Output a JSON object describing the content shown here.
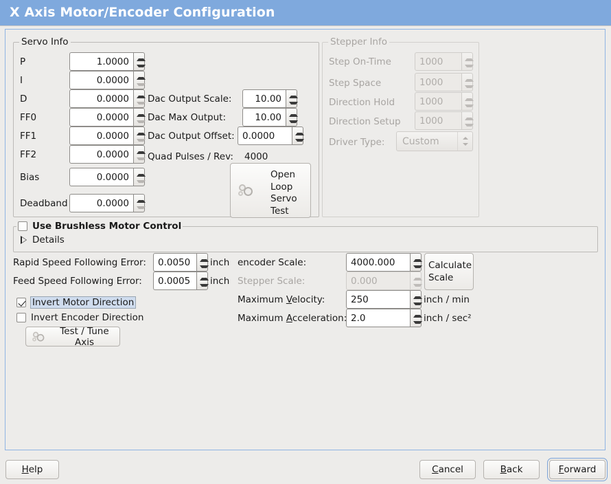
{
  "window": {
    "title": "X Axis Motor/Encoder Configuration",
    "title_bar_color": "#7fa9dd",
    "background_color": "#edecea",
    "focus_frame_color": "#8fb4e3"
  },
  "servo_info": {
    "legend": "Servo Info",
    "fields": [
      {
        "label": "P",
        "value": "1.0000"
      },
      {
        "label": "I",
        "value": "0.0000"
      },
      {
        "label": "D",
        "value": "0.0000"
      },
      {
        "label": "FF0",
        "value": "0.0000"
      },
      {
        "label": "FF1",
        "value": "0.0000"
      },
      {
        "label": "FF2",
        "value": "0.0000"
      },
      {
        "label": "Bias",
        "value": "0.0000"
      },
      {
        "label": "Deadband",
        "value": "0.0000"
      }
    ],
    "dac": [
      {
        "label": "Dac Output Scale:",
        "value": "10.00"
      },
      {
        "label": "Dac Max Output:",
        "value": "10.00"
      },
      {
        "label": "Dac Output Offset:",
        "value": "0.0000"
      }
    ],
    "quad_pulses_label": "Quad Pulses / Rev:",
    "quad_pulses_value": "4000",
    "open_loop_button": "Open\nLoop\nServo\nTest",
    "open_loop_lines": [
      "Open",
      "Loop",
      "Servo",
      "Test"
    ]
  },
  "stepper_info": {
    "legend": "Stepper Info",
    "enabled": false,
    "fields": [
      {
        "label": "Step On-Time",
        "value": "1000"
      },
      {
        "label": "Step Space",
        "value": "1000"
      },
      {
        "label": "Direction Hold",
        "value": "1000"
      },
      {
        "label": "Direction Setup",
        "value": "1000"
      }
    ],
    "driver_type_label": "Driver Type:",
    "driver_type_value": "Custom"
  },
  "brushless": {
    "checkbox_label": "Use Brushless Motor Control",
    "checked": false,
    "details_label": "Details",
    "details_expanded": false
  },
  "following_error": {
    "rapid_label": "Rapid Speed Following Error:",
    "rapid_value": "0.0050",
    "rapid_unit": "inch",
    "feed_label": "Feed Speed Following Error:",
    "feed_value": "0.0005",
    "feed_unit": "inch"
  },
  "direction": {
    "invert_motor_label": "Invert Motor Direction",
    "invert_motor_checked": true,
    "invert_motor_focused": true,
    "invert_encoder_label": "Invert Encoder Direction",
    "invert_encoder_checked": false,
    "test_tune_button": "Test / Tune Axis"
  },
  "scales": {
    "encoder_scale_label": "encoder Scale:",
    "encoder_scale_value": "4000.000",
    "stepper_scale_label": "Stepper Scale:",
    "stepper_scale_value": "0.000",
    "stepper_scale_enabled": false,
    "calculate_button_lines": [
      "Calculate",
      "Scale"
    ],
    "max_velocity_label_pre": "Maximum ",
    "max_velocity_label_mnemonic": "V",
    "max_velocity_label_post": "elocity:",
    "max_velocity_value": "250",
    "max_velocity_unit": "inch / min",
    "max_accel_label_pre": "Maximum ",
    "max_accel_label_mnemonic": "A",
    "max_accel_label_post": "cceleration:",
    "max_accel_value": "2.0",
    "max_accel_unit": "inch / sec²"
  },
  "actions": {
    "help": {
      "pre": "",
      "mnemonic": "H",
      "post": "elp"
    },
    "cancel": {
      "pre": "",
      "mnemonic": "C",
      "post": "ancel"
    },
    "back": {
      "pre": "",
      "mnemonic": "B",
      "post": "ack"
    },
    "forward": {
      "pre": "",
      "mnemonic": "F",
      "post": "orward"
    },
    "forward_focused": true
  }
}
